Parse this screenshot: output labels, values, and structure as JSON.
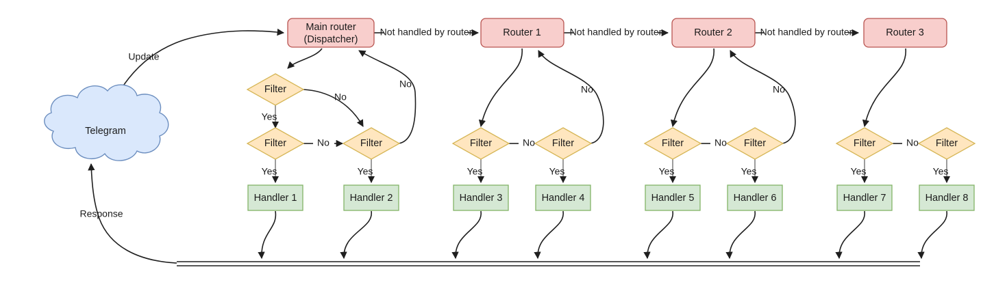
{
  "diagram": {
    "title": "Telegram bot update routing flow",
    "colors": {
      "router_fill": "#f8cecc",
      "router_stroke": "#b85450",
      "filter_fill": "#ffe6bf",
      "filter_stroke": "#d6b656",
      "handler_fill": "#d5e8d4",
      "handler_stroke": "#82b366",
      "cloud_fill": "#dae8fc",
      "cloud_stroke": "#6c8ebf",
      "edge": "#1f1f1f",
      "edge_gray": "#8a8a8a",
      "background": "#ffffff"
    },
    "source": {
      "label": "Telegram",
      "shape": "cloud"
    },
    "routers": [
      {
        "id": "main-router",
        "line1": "Main router",
        "line2": "(Dispatcher)",
        "two_line": true
      },
      {
        "id": "router-1",
        "line1": "Router 1",
        "line2": "",
        "two_line": false
      },
      {
        "id": "router-2",
        "line1": "Router 2",
        "line2": "",
        "two_line": false
      },
      {
        "id": "router-3",
        "line1": "Router 3",
        "line2": "",
        "two_line": false
      }
    ],
    "filters": [
      {
        "id": "filter-top-main",
        "label": "Filter"
      },
      {
        "id": "filter-1",
        "label": "Filter"
      },
      {
        "id": "filter-2",
        "label": "Filter"
      },
      {
        "id": "filter-3",
        "label": "Filter"
      },
      {
        "id": "filter-4",
        "label": "Filter"
      },
      {
        "id": "filter-5",
        "label": "Filter"
      },
      {
        "id": "filter-6",
        "label": "Filter"
      },
      {
        "id": "filter-7",
        "label": "Filter"
      },
      {
        "id": "filter-8",
        "label": "Filter"
      }
    ],
    "handlers": [
      {
        "id": "handler-1",
        "label": "Handler 1"
      },
      {
        "id": "handler-2",
        "label": "Handler 2"
      },
      {
        "id": "handler-3",
        "label": "Handler 3"
      },
      {
        "id": "handler-4",
        "label": "Handler 4"
      },
      {
        "id": "handler-5",
        "label": "Handler 5"
      },
      {
        "id": "handler-6",
        "label": "Handler 6"
      },
      {
        "id": "handler-7",
        "label": "Handler 7"
      },
      {
        "id": "handler-8",
        "label": "Handler 8"
      }
    ],
    "edge_labels": {
      "update": "Update",
      "response": "Response",
      "not_handled_1": "Not handled by router",
      "not_handled_2": "Not handled by router",
      "not_handled_3": "Not handled by router",
      "yes": "Yes",
      "no": "No",
      "no_main_top": "No",
      "no_main_return": "No",
      "no_r1_inline": "No",
      "no_r1_return": "No",
      "no_r2_inline": "No",
      "no_r2_return": "No",
      "no_r3_inline": "No",
      "yes_1": "Yes",
      "yes_2": "Yes",
      "yes_3": "Yes",
      "yes_4": "Yes",
      "yes_5": "Yes",
      "yes_6": "Yes",
      "yes_7": "Yes",
      "yes_8": "Yes",
      "yes_top_main": "Yes"
    }
  }
}
